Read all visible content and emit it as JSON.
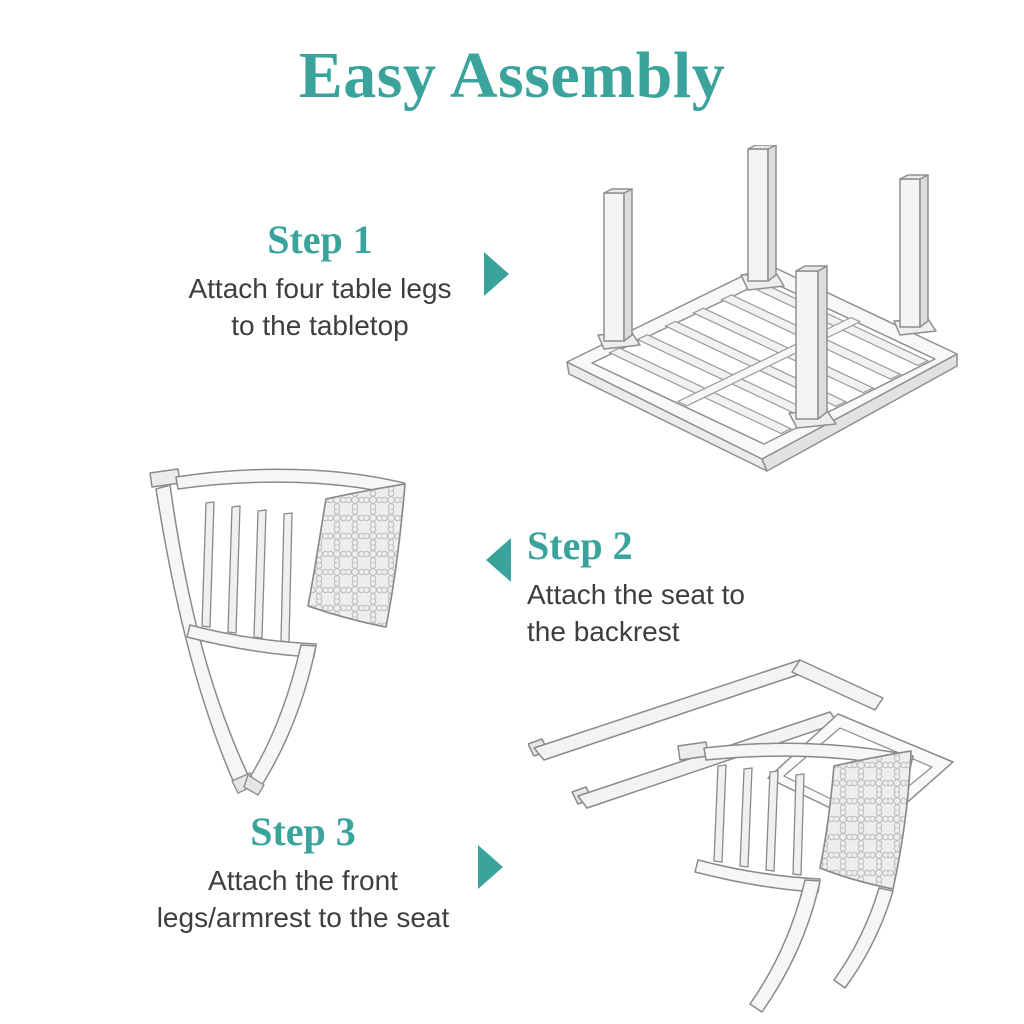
{
  "title": "Easy Assembly",
  "accent_color": "#3aa49c",
  "text_color": "#3e3e3e",
  "steps": [
    {
      "label": "Step 1",
      "description": "Attach four table legs\nto the tabletop",
      "arrow_direction": "right"
    },
    {
      "label": "Step 2",
      "description": "Attach the seat to\nthe backrest",
      "arrow_direction": "left"
    },
    {
      "label": "Step 3",
      "description": "Attach the front\nlegs/armrest to the seat",
      "arrow_direction": "right"
    }
  ],
  "illustrations": [
    {
      "name": "table-upside-down-with-four-legs"
    },
    {
      "name": "chair-backrest-with-seat-rail"
    },
    {
      "name": "chair-seat-with-front-legs-and-armrest"
    }
  ]
}
